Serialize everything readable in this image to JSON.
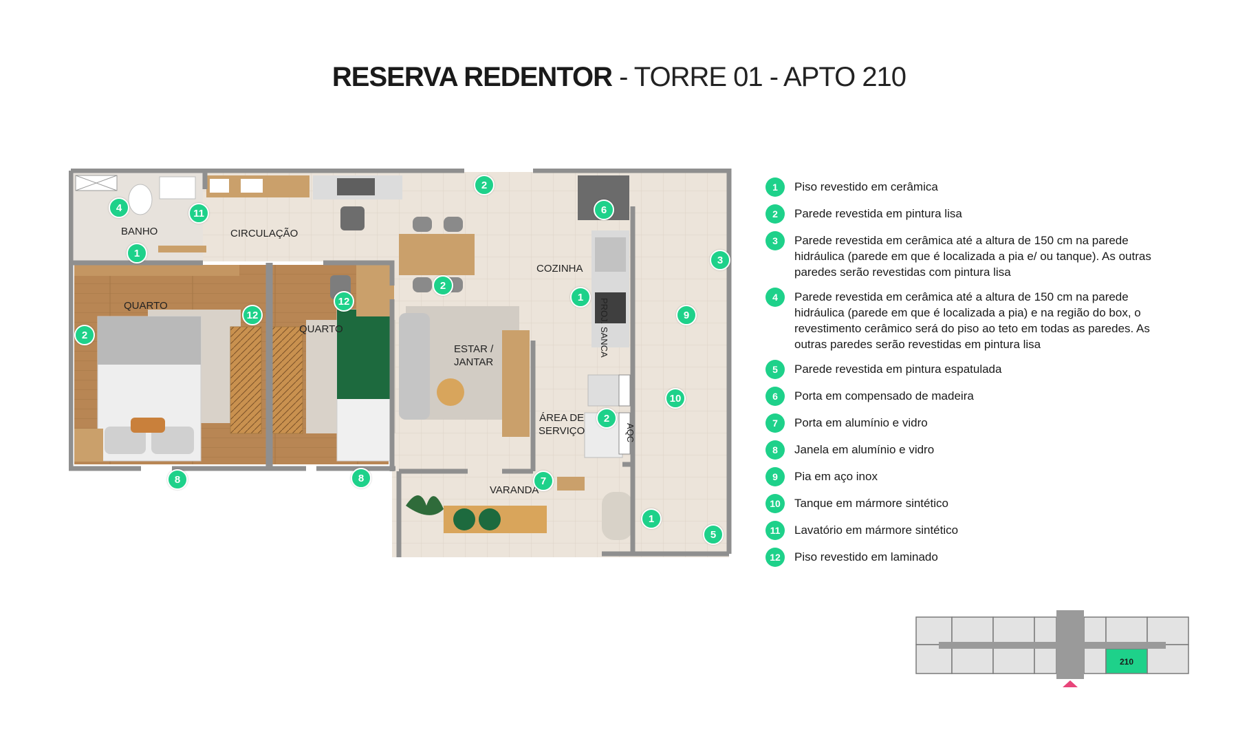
{
  "title": {
    "main": "RESERVA REDENTOR",
    "sub": " - TORRE 01 - APTO 210"
  },
  "colors": {
    "accent_green": "#1ed18a",
    "highlight_unit": "#1ed18a",
    "pointer": "#e8457a",
    "wall": "#8f8f8f",
    "tile_floor": "#ece4da",
    "wood_floor": "#b88654"
  },
  "rooms": {
    "banho": "BANHO",
    "circulacao": "CIRCULAÇÃO",
    "quarto1": "QUARTO",
    "quarto2": "QUARTO",
    "cozinha": "COZINHA",
    "estar_line1": "ESTAR /",
    "estar_line2": "JANTAR",
    "area_line1": "ÁREA DE",
    "area_line2": "SERVIÇO",
    "varanda": "VARANDA",
    "proj_sanca": "PROJ. SANCA",
    "aqc": "AQC"
  },
  "plan_markers": [
    {
      "n": "4"
    },
    {
      "n": "11"
    },
    {
      "n": "1"
    },
    {
      "n": "2"
    },
    {
      "n": "6"
    },
    {
      "n": "3"
    },
    {
      "n": "12"
    },
    {
      "n": "12"
    },
    {
      "n": "2"
    },
    {
      "n": "1"
    },
    {
      "n": "2"
    },
    {
      "n": "9"
    },
    {
      "n": "10"
    },
    {
      "n": "2"
    },
    {
      "n": "8"
    },
    {
      "n": "8"
    },
    {
      "n": "7"
    },
    {
      "n": "1"
    },
    {
      "n": "5"
    }
  ],
  "legend": [
    {
      "n": "1",
      "text": "Piso revestido em cerâmica"
    },
    {
      "n": "2",
      "text": "Parede revestida em pintura lisa"
    },
    {
      "n": "3",
      "text": "Parede revestida em cerâmica até a altura de 150 cm na parede hidráulica (parede em que é localizada a pia e/ ou tanque). As outras paredes serão revestidas com pintura lisa"
    },
    {
      "n": "4",
      "text": "Parede revestida em cerâmica até a altura de 150 cm na parede hidráulica (parede em que é localizada a pia) e na região do box, o revestimento cerâmico será do piso ao teto em todas as paredes. As outras paredes serão revestidas em pintura lisa"
    },
    {
      "n": "5",
      "text": "Parede revestida em pintura espatulada"
    },
    {
      "n": "6",
      "text": "Porta em compensado de madeira"
    },
    {
      "n": "7",
      "text": "Porta em alumínio e vidro"
    },
    {
      "n": "8",
      "text": "Janela em alumínio e vidro"
    },
    {
      "n": "9",
      "text": "Pia em aço inox"
    },
    {
      "n": "10",
      "text": "Tanque em mármore sintético"
    },
    {
      "n": "11",
      "text": "Lavatório em mármore sintético"
    },
    {
      "n": "12",
      "text": "Piso revestido em laminado"
    }
  ],
  "key_plan": {
    "unit_label": "210"
  }
}
